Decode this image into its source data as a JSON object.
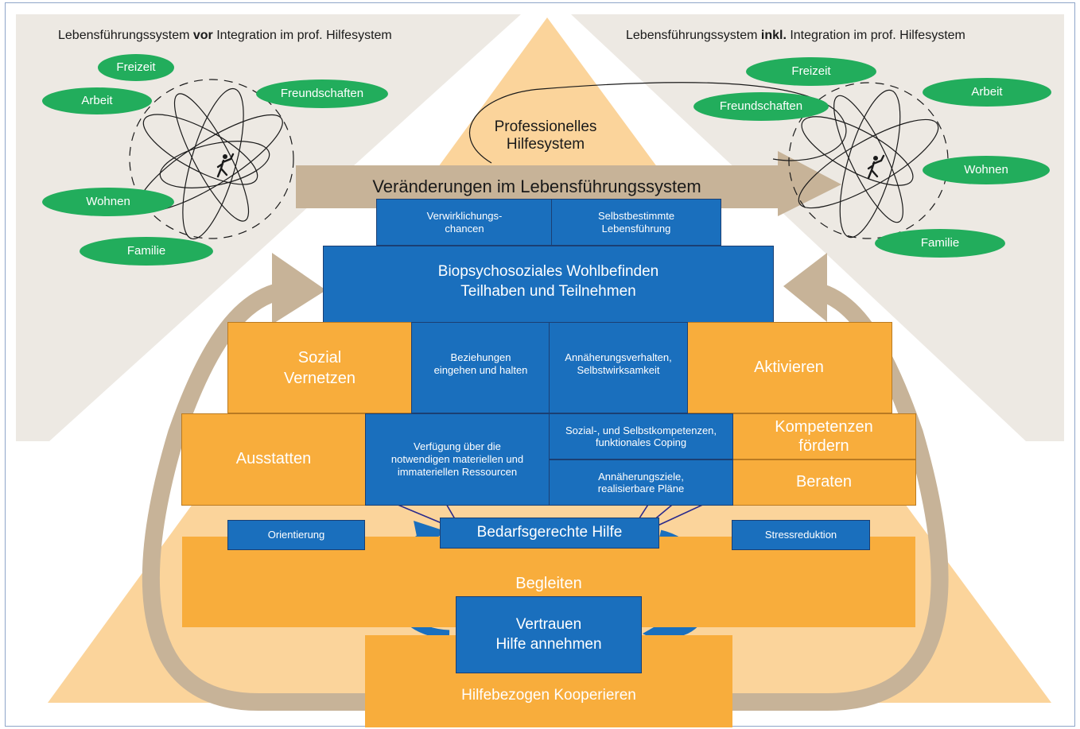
{
  "left_panel": {
    "title_pre": "Lebensführungssystem ",
    "title_bold": "vor",
    "title_post": " Integration im prof. Hilfesystem",
    "domains": [
      "Freizeit",
      "Arbeit",
      "Freundschaften",
      "Wohnen",
      "Familie"
    ]
  },
  "right_panel": {
    "title_pre": "Lebensführungssystem ",
    "title_bold": "inkl.",
    "title_post": " Integration im prof. Hilfesystem",
    "domains": [
      "Freizeit",
      "Freundschaften",
      "Arbeit",
      "Wohnen",
      "Familie"
    ]
  },
  "professional_system": "Professionelles\nHilfesystem",
  "change_arrow": "Veränderungen im Lebensführungssystem",
  "top_boxes": [
    "Verwirklichungs-\nchancen",
    "Selbstbestimmte\nLebensführung"
  ],
  "wellbeing": "Biopsychosoziales Wohlbefinden\nTeilhaben und Teilnehmen",
  "inner": {
    "relationships": "Beziehungen\neingehen und halten",
    "approach_behavior": "Annäherungsverhalten,\nSelbstwirksamkeit",
    "resources": "Verfügung über die\nnotwendigen materiellen und\nimmateriellen Ressourcen",
    "competences": "Sozial-, und Selbstkompetenzen,\nfunktionales Coping",
    "goals": "Annäherungsziele,\nrealisierbare Pläne"
  },
  "orange": {
    "social_network": "Sozial\nVernetzen",
    "activate": "Aktivieren",
    "equip": "Ausstatten",
    "competences": "Kompetenzen\nfördern",
    "advise": "Beraten",
    "accompany": "Begleiten",
    "cooperate": "Hilfebezogen Kooperieren"
  },
  "small_boxes": {
    "orientation": "Orientierung",
    "stress": "Stressreduktion"
  },
  "needs": "Bedarfsgerechte Hilfe",
  "trust": "Vertrauen\nHilfe annehmen",
  "colors": {
    "blue": "#1a6fbd",
    "orange": "#f8ad3c",
    "pyramid": "#fbd49b",
    "green": "#22ad5c",
    "panel": "#ede9e3",
    "arrow": "#c7b398",
    "navy": "#2a2a8c"
  }
}
